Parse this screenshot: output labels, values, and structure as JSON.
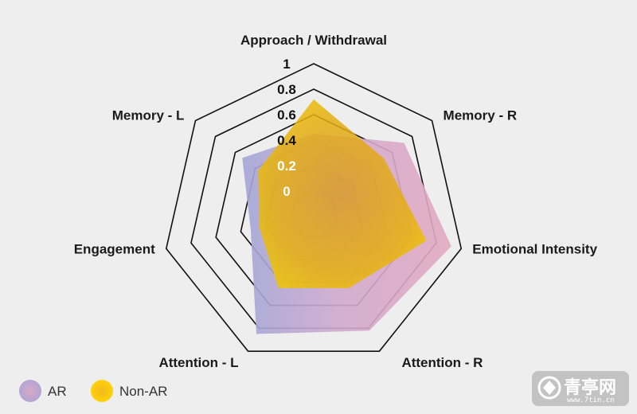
{
  "chart_data": {
    "type": "radar",
    "title": "",
    "axes": [
      "Approach / Withdrawal",
      "Memory - R",
      "Emotional Intensity",
      "Attention - R",
      "Attention - L",
      "Engagement",
      "Memory - L"
    ],
    "ticks": [
      "0",
      "0.2",
      "0.4",
      "0.6",
      "0.8",
      "1"
    ],
    "range": [
      0,
      1
    ],
    "grid": true,
    "legend": "bottom-left",
    "series": [
      {
        "name": "AR",
        "values": [
          0.45,
          0.72,
          0.92,
          0.82,
          0.85,
          0.32,
          0.53
        ],
        "color": "#c9a9cf"
      },
      {
        "name": "Non-AR",
        "values": [
          0.72,
          0.52,
          0.72,
          0.45,
          0.45,
          0.25,
          0.37
        ],
        "color": "#e8b800"
      }
    ]
  },
  "watermark": {
    "text": "青亭网",
    "sub": "www.7tin.cn"
  }
}
